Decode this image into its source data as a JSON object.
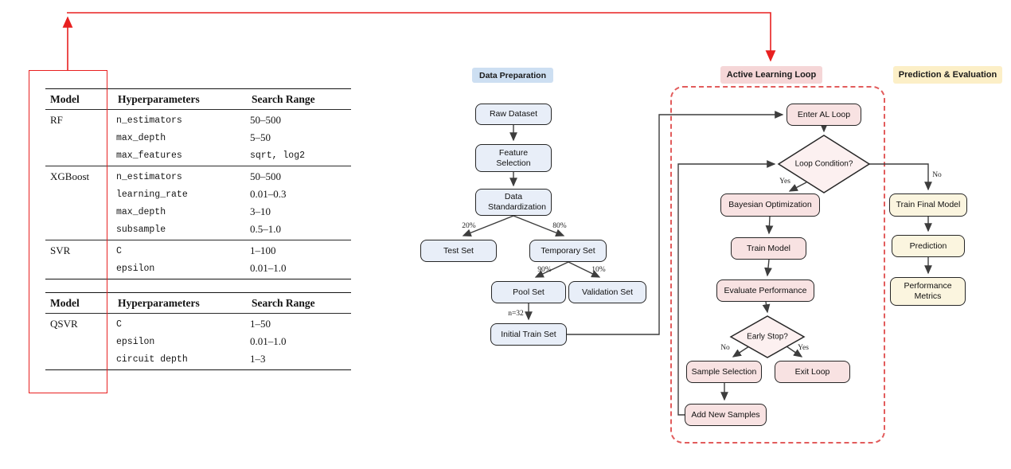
{
  "tables": {
    "classical": {
      "headers": [
        "Model",
        "Hyperparameters",
        "Search Range"
      ],
      "groups": [
        {
          "model": "RF",
          "rows": [
            [
              "n_estimators",
              "50–500"
            ],
            [
              "max_depth",
              "5–50"
            ],
            [
              "max_features",
              "sqrt, log2"
            ]
          ]
        },
        {
          "model": "XGBoost",
          "rows": [
            [
              "n_estimators",
              "50–500"
            ],
            [
              "learning_rate",
              "0.01–0.3"
            ],
            [
              "max_depth",
              "3–10"
            ],
            [
              "subsample",
              "0.5–1.0"
            ]
          ]
        },
        {
          "model": "SVR",
          "rows": [
            [
              "C",
              "1–100"
            ],
            [
              "epsilon",
              "0.01–1.0"
            ]
          ]
        }
      ]
    },
    "quantum": {
      "headers": [
        "Model",
        "Hyperparameters",
        "Search Range"
      ],
      "groups": [
        {
          "model": "QSVR",
          "rows": [
            [
              "C",
              "1–50"
            ],
            [
              "epsilon",
              "0.01–1.0"
            ],
            [
              "circuit depth",
              "1–3"
            ]
          ]
        }
      ]
    }
  },
  "sections": {
    "data_preparation": "Data Preparation",
    "active_learning_loop": "Active Learning Loop",
    "prediction_evaluation": "Prediction & Evaluation"
  },
  "nodes": {
    "raw_dataset": "Raw Dataset",
    "feature_selection": "Feature Selection",
    "data_standardization": "Data Standardization",
    "test_set": "Test Set",
    "temporary_set": "Temporary Set",
    "pool_set": "Pool Set",
    "validation_set": "Validation Set",
    "initial_train_set": "Initial Train Set",
    "enter_al_loop": "Enter AL Loop",
    "loop_condition": "Loop Condition?",
    "bayesian_optimization": "Bayesian Optimization",
    "train_model": "Train Model",
    "evaluate_performance": "Evaluate Performance",
    "early_stop": "Early Stop?",
    "sample_selection": "Sample Selection",
    "exit_loop": "Exit Loop",
    "add_new_samples": "Add New Samples",
    "train_final_model": "Train Final Model",
    "prediction": "Prediction",
    "performance_metrics": "Performance Metrics"
  },
  "edge_labels": {
    "split_test": "20%",
    "split_temporary": "80%",
    "split_pool": "90%",
    "split_validation": "10%",
    "initial_batch": "n=32",
    "loop_yes": "Yes",
    "loop_no": "No",
    "early_no": "No",
    "early_yes": "Yes"
  },
  "colors": {
    "red_accent": "#e82020",
    "loop_dashed_border": "#e25c5c",
    "connector": "#3d3d3d",
    "blue_node_fill": "#e8eef8",
    "blue_badge_fill": "#cddff2",
    "pink_node_fill": "#f8e2e2",
    "pink_diamond_fill": "#fcf0f0",
    "pink_badge_fill": "#f5d6d7",
    "yellow_node_fill": "#fbf5df",
    "yellow_badge_fill": "#fcefc7"
  }
}
